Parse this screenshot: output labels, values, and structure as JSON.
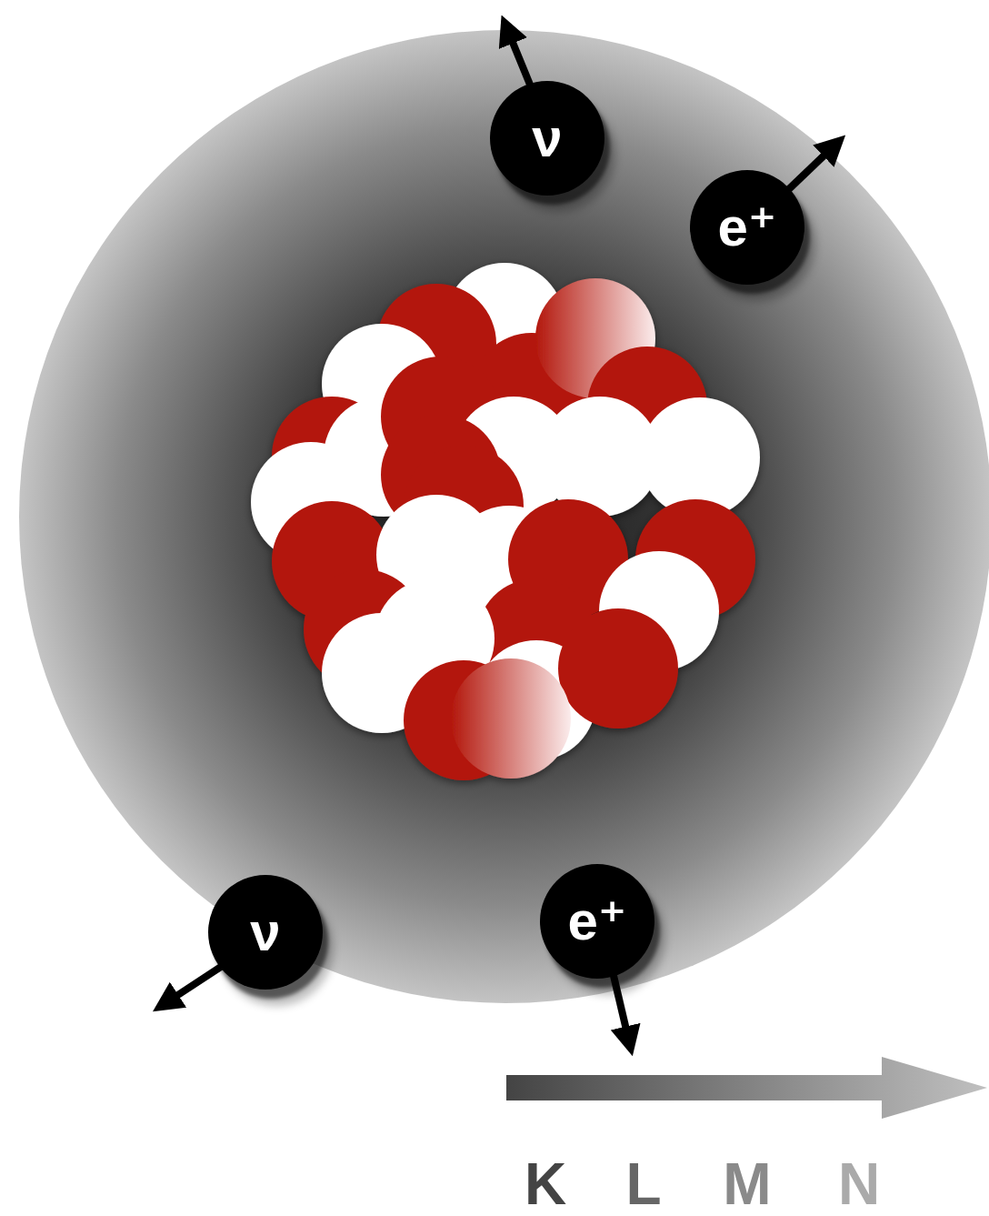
{
  "diagram": {
    "nodes": [
      {
        "text": [
          "ν"
        ]
      },
      {
        "text": [
          "e⁺"
        ]
      },
      {
        "text": [
          "ν"
        ]
      },
      {
        "text": [
          "e⁺"
        ]
      }
    ],
    "labels": [
      "K",
      "L",
      "M",
      "N"
    ]
  }
}
